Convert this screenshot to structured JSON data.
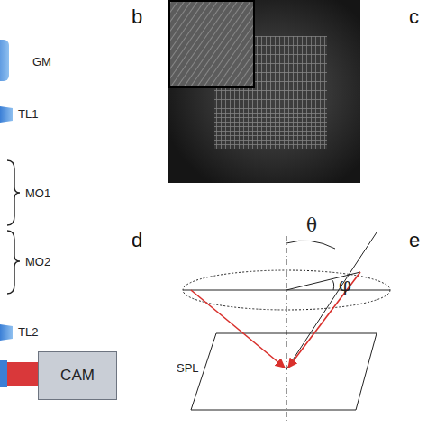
{
  "diagram": {
    "nodes": [
      {
        "text": [
          "CAM"
        ]
      }
    ],
    "edges": [],
    "labels": [
      "GM",
      "TL1",
      "MO1",
      "MO2",
      "TL2",
      "b",
      "c",
      "d",
      "e",
      "θ",
      "φ",
      "SPL"
    ]
  }
}
